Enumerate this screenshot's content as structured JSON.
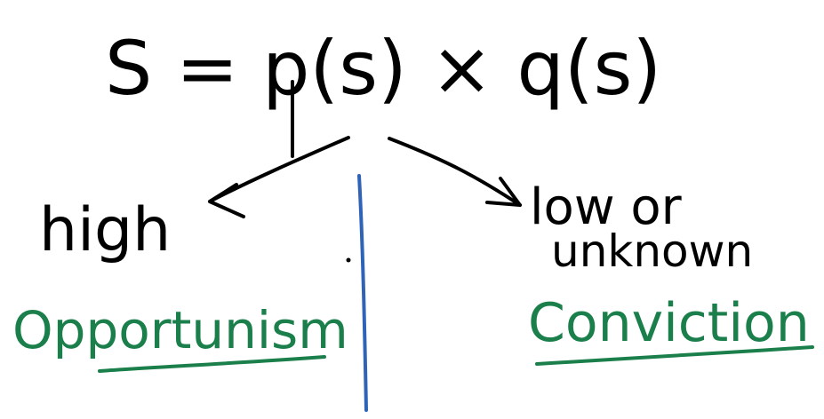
{
  "diagram": {
    "formula": "S = p(s) × q(s)",
    "left_branch": {
      "label": "high",
      "outcome": "Opportunism"
    },
    "right_branch": {
      "label_line1": "low or",
      "label_line2": "unknown",
      "outcome": "Conviction"
    }
  },
  "colors": {
    "ink": "#000000",
    "outcome_green": "#1a7f4b",
    "divider_blue": "#2f63b8"
  }
}
